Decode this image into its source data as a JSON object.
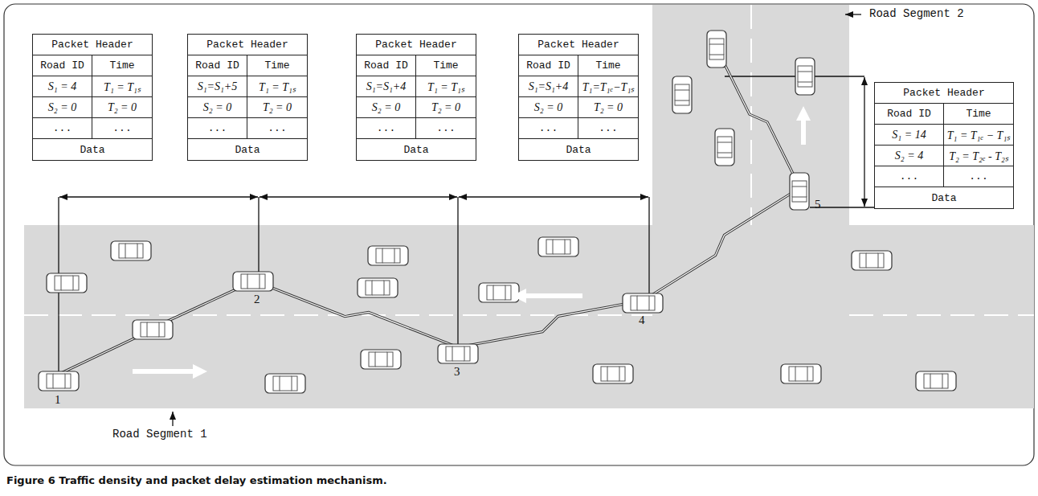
{
  "diagram": {
    "caption": "Figure 6 Traffic density and packet delay estimation mechanism.",
    "nodes": [
      {
        "text": [
          "Packet Header",
          "Road ID",
          "Time",
          "S₁ = 4",
          "T₁ = T₁ₛ",
          "S₂ = 0",
          "T₂ = 0",
          "...",
          "...",
          "Data"
        ]
      },
      {
        "text": [
          "Packet Header",
          "Road ID",
          "Time",
          "S₁=S₁+5",
          "T₁ = T₁ₛ",
          "S₂ = 0",
          "T₂ = 0",
          "...",
          "...",
          "Data"
        ]
      },
      {
        "text": [
          "Packet Header",
          "Road ID",
          "Time",
          "S₁=S₁+4",
          "T₁ = T₁ₛ",
          "S₂ = 0",
          "T₂ = 0",
          "...",
          "...",
          "Data"
        ]
      },
      {
        "text": [
          "Packet Header",
          "Road ID",
          "Time",
          "S₁=S₁+4",
          "T₁=T₁ₑ−T₁ₛ",
          "S₂ = 0",
          "T₂ = 0",
          "...",
          "...",
          "Data"
        ]
      },
      {
        "text": [
          "Packet Header",
          "Road ID",
          "Time",
          "S₁ = 14",
          "T₁ = T₁ₑ − T₁ₛ",
          "S₂ = 4",
          "T₂ = T₂ₑ - T₂ₛ",
          "...",
          "...",
          "Data"
        ]
      }
    ],
    "labels": [
      "Road Segment 1",
      "Road Segment 2",
      "1",
      "2",
      "3",
      "4",
      "5"
    ]
  }
}
